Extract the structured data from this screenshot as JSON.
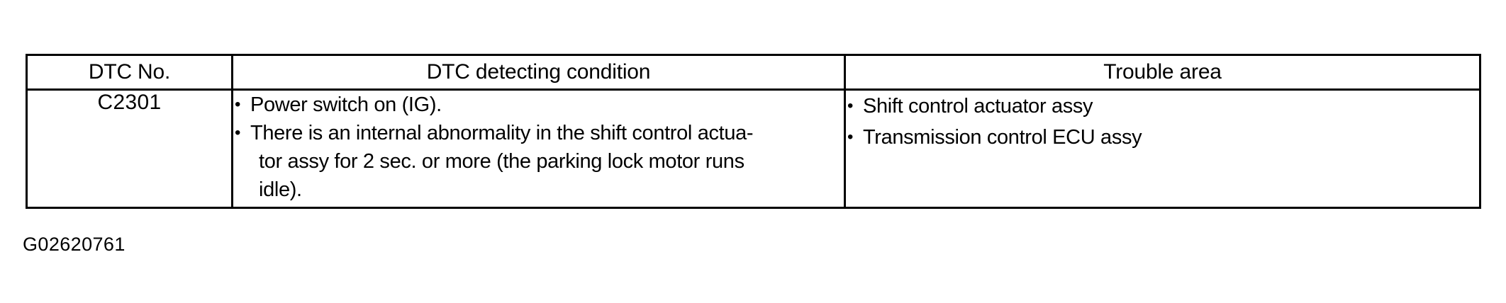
{
  "table": {
    "headers": [
      {
        "key": "dtc_no",
        "label": "DTC No."
      },
      {
        "key": "condition",
        "label": "DTC detecting condition"
      },
      {
        "key": "trouble_area",
        "label": "Trouble area"
      }
    ],
    "rows": [
      {
        "dtc_no": "C2301",
        "condition_items": [
          "Power switch on (IG).",
          "There is an internal abnormality in the shift control actua-",
          "tor assy for 2 sec. or more (the parking lock motor runs",
          "idle)."
        ],
        "condition_line_1": "Power switch on (IG).",
        "condition_line_2": "There is an internal abnormality in the shift control actua-",
        "condition_line_3": "tor assy for 2 sec. or more (the parking lock motor runs",
        "condition_line_4": "idle).",
        "trouble_items": [
          "Shift control actuator assy",
          "Transmission control ECU assy"
        ],
        "trouble_line_1": "Shift control actuator assy",
        "trouble_line_2": "Transmission control ECU assy"
      }
    ]
  },
  "figure": {
    "code": "G02620761"
  },
  "bullet_glyph": "•",
  "colors": {
    "border": "#000000",
    "text": "#000000",
    "background": "#ffffff"
  }
}
